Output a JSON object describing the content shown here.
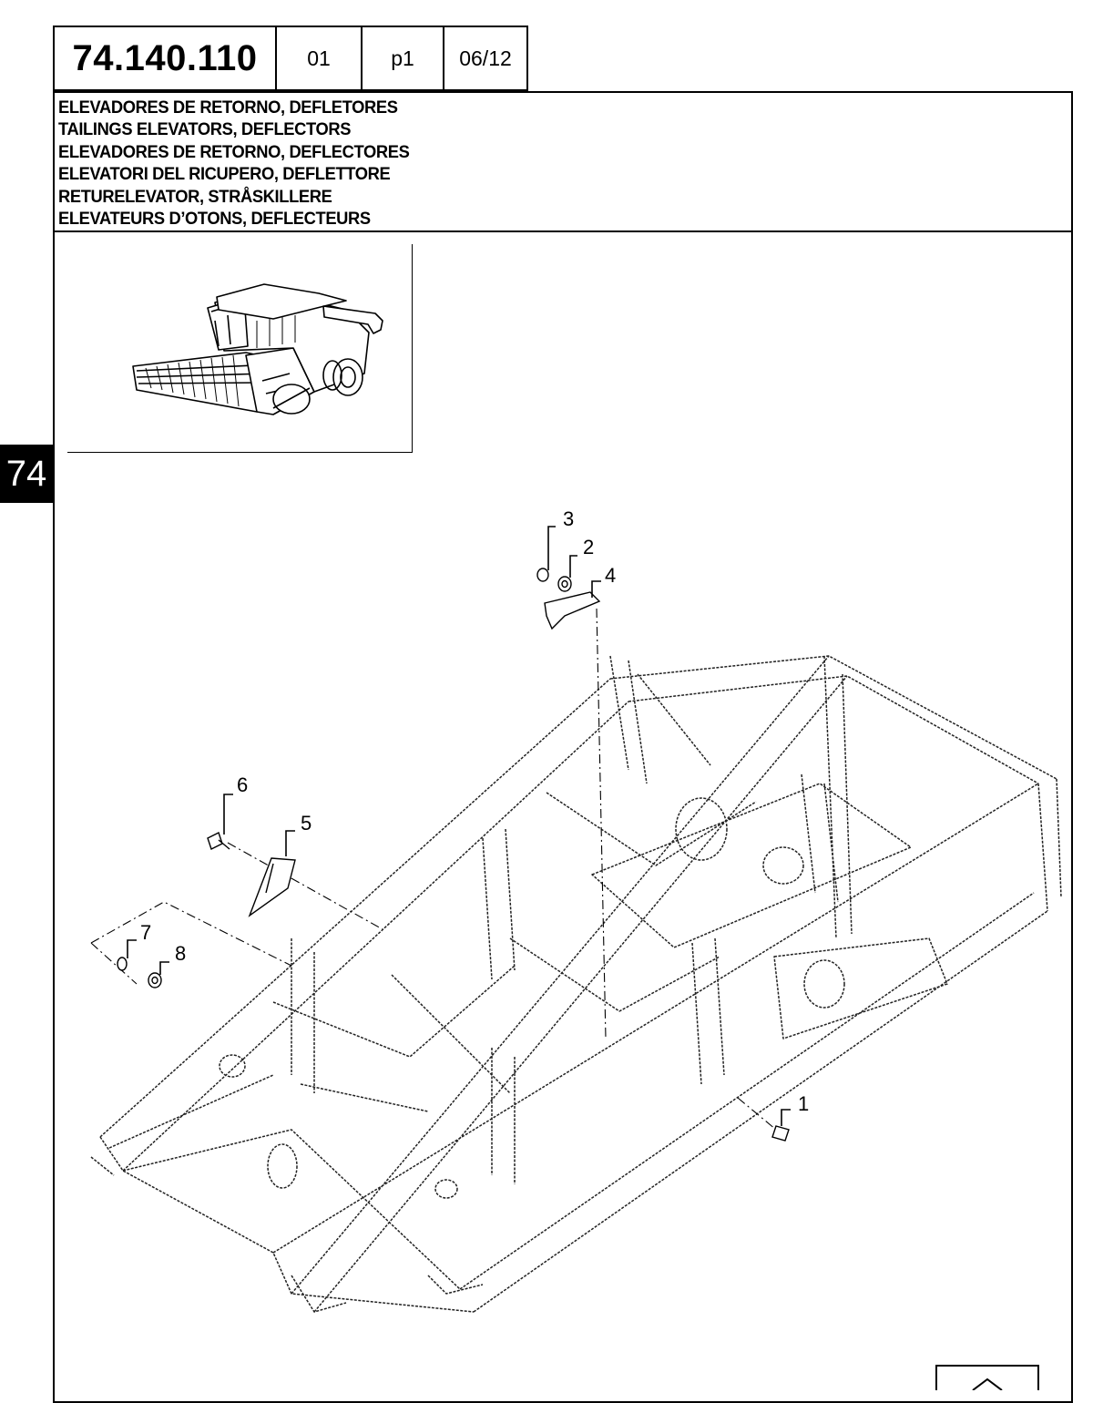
{
  "header": {
    "part_code": "74.140.110",
    "version": "01",
    "page": "p1",
    "date": "06/12"
  },
  "titles": [
    "ELEVADORES DE RETORNO, DEFLETORES",
    "TAILINGS ELEVATORS, DEFLECTORS",
    "ELEVADORES DE RETORNO, DEFLECTORES",
    "ELEVATORI DEL RICUPERO, DEFLETTORE",
    "RETURELEVATOR, STRÅSKILLERE",
    "ELEVATEURS D’OTONS, DEFLECTEURS"
  ],
  "section_tab": "74",
  "callouts": [
    "1",
    "2",
    "3",
    "4",
    "5",
    "6",
    "7",
    "8"
  ]
}
